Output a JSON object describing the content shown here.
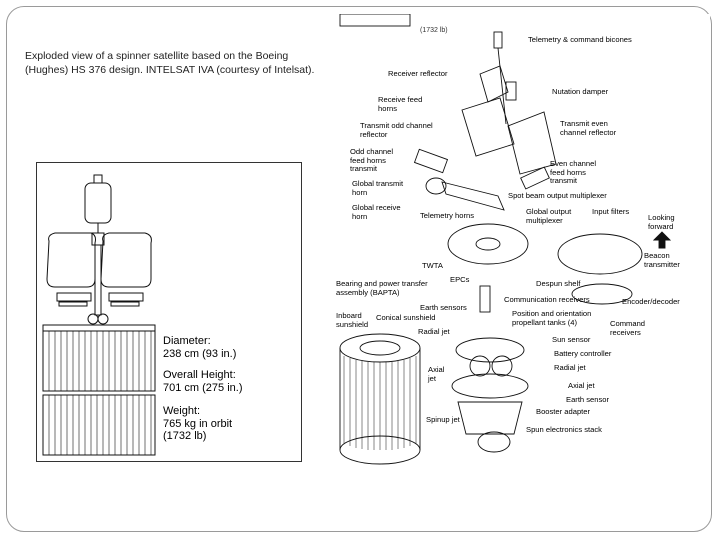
{
  "caption": "Exploded view of a spinner satellite based on the Boeing (Hughes) HS 376 design. INTELSAT IVA (courtesy of Intelsat).",
  "specs": {
    "diameter_label": "Diameter:",
    "diameter_value": "238 cm (93 in.)",
    "height_label": "Overall Height:",
    "height_value": "701 cm (275 in.)",
    "weight_label": "Weight:",
    "weight_value": "765 kg in orbit",
    "weight_value_2": "(1732 lb)"
  },
  "top_note": "(1732 lb)",
  "diagram_labels": {
    "telemetry_bicones": "Telemetry & command bicones",
    "receiver_reflector": "Receiver reflector",
    "nutation_damper": "Nutation damper",
    "receive_feed_horns": "Receive feed horns",
    "transmit_odd_reflector": "Transmit odd channel reflector",
    "transmit_even_reflector": "Transmit even channel reflector",
    "odd_feed_horns": "Odd channel feed horns transmit",
    "even_feed_horns": "Even channel feed horns transmit",
    "global_transmit_horn": "Global transmit horn",
    "global_receive_horn": "Global receive horn",
    "telemetry_horns": "Telemetry horns",
    "spot_beam_multiplexer": "Spot beam output multiplexer",
    "global_output_multiplexer": "Global output multiplexer",
    "input_filters": "Input filters",
    "looking_forward": "Looking forward",
    "twta": "TWTA",
    "beacon_transmitter": "Beacon transmitter",
    "epcs": "EPCs",
    "despun_shelf": "Despun shelf",
    "bapta": "Bearing and power transfer assembly (BAPTA)",
    "earth_sensors": "Earth sensors",
    "communication_receivers": "Communication receivers",
    "encoder_decoder": "Encoder/decoder",
    "inboard_sunshield": "Inboard sunshield",
    "conical_sunshield": "Conical sunshield",
    "position_tanks": "Position and orientation propellant tanks (4)",
    "command_receivers": "Command receivers",
    "radial_jet_1": "Radial jet",
    "sun_sensor": "Sun sensor",
    "battery_controller": "Battery controller",
    "axial_jet_left": "Axial jet",
    "radial_jet_2": "Radial jet",
    "axial_jet_right": "Axial jet",
    "earth_sensor": "Earth sensor",
    "booster_adapter": "Booster adapter",
    "spinup_jet": "Spinup jet",
    "spun_electronics": "Spun electronics stack"
  }
}
